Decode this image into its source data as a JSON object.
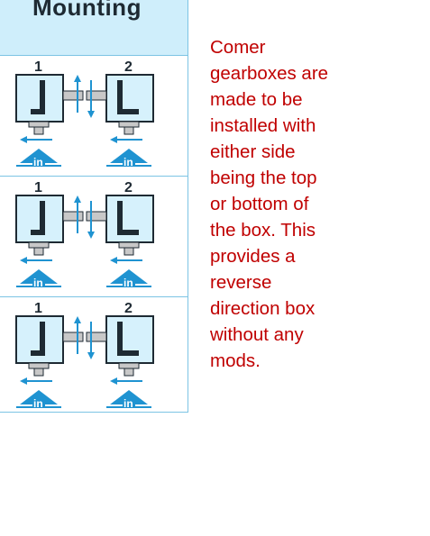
{
  "panel": {
    "title": "Mounting",
    "rows": [
      {
        "left_number": "1",
        "right_number": "2",
        "in_label": "in"
      },
      {
        "left_number": "1",
        "right_number": "2",
        "in_label": "in"
      },
      {
        "left_number": "1",
        "right_number": "2",
        "in_label": "in"
      }
    ]
  },
  "note": {
    "text": "Comer\ngearboxes are\nmade to be\ninstalled with\neither side\nbeing the top\nor bottom of\nthe box.  This\nprovides a\nreverse\ndirection box\nwithout any\nmods."
  },
  "colors": {
    "box_fill": "#d6f1fc",
    "box_outline": "#1e2a33",
    "shaft_fill": "#c8c8c8",
    "arrow_blue": "#1f93d1",
    "note_text": "#c00000"
  },
  "icons": [
    "left-gearbox-icon",
    "right-gearbox-icon",
    "rotation-arrow-icon",
    "input-arrow-icon"
  ]
}
